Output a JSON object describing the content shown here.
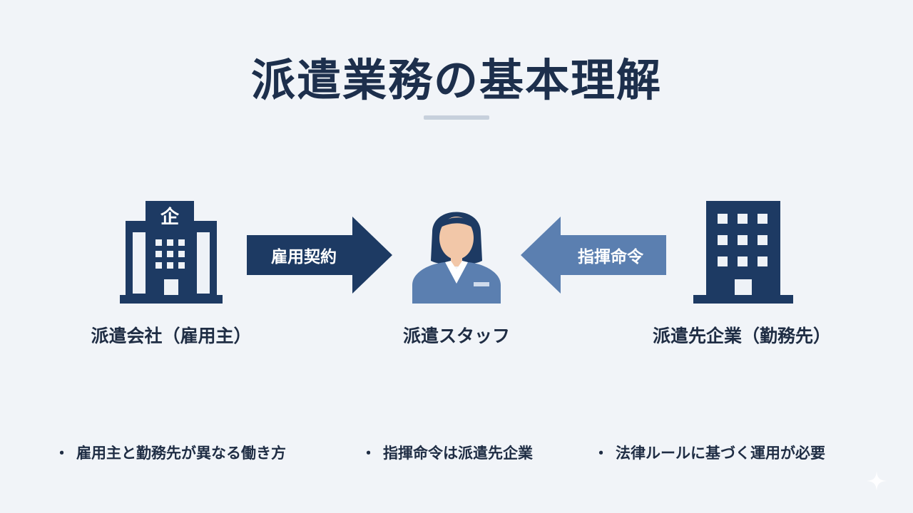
{
  "title": "派遣業務の基本理解",
  "nodes": {
    "agency": {
      "label": "派遣会社（雇用主）",
      "icon": "office-building-icon",
      "badge": "企"
    },
    "staff": {
      "label": "派遣スタッフ",
      "icon": "person-icon"
    },
    "client": {
      "label": "派遣先企業（勤務先）",
      "icon": "office-building-icon"
    }
  },
  "arrows": {
    "employment": {
      "label": "雇用契約",
      "color": "#1d3a63"
    },
    "command": {
      "label": "指揮命令",
      "color": "#5b7fb0"
    }
  },
  "bullets": [
    {
      "dot": "・",
      "text": "雇用主と勤務先が異なる働き方"
    },
    {
      "dot": "・",
      "text": "指揮命令は派遣先企業"
    },
    {
      "dot": "・",
      "text": "法律ルールに基づく運用が必要"
    }
  ],
  "colors": {
    "navy": "#1d3a63",
    "accent_blue": "#5b7fb0",
    "background": "#f1f4f8"
  }
}
